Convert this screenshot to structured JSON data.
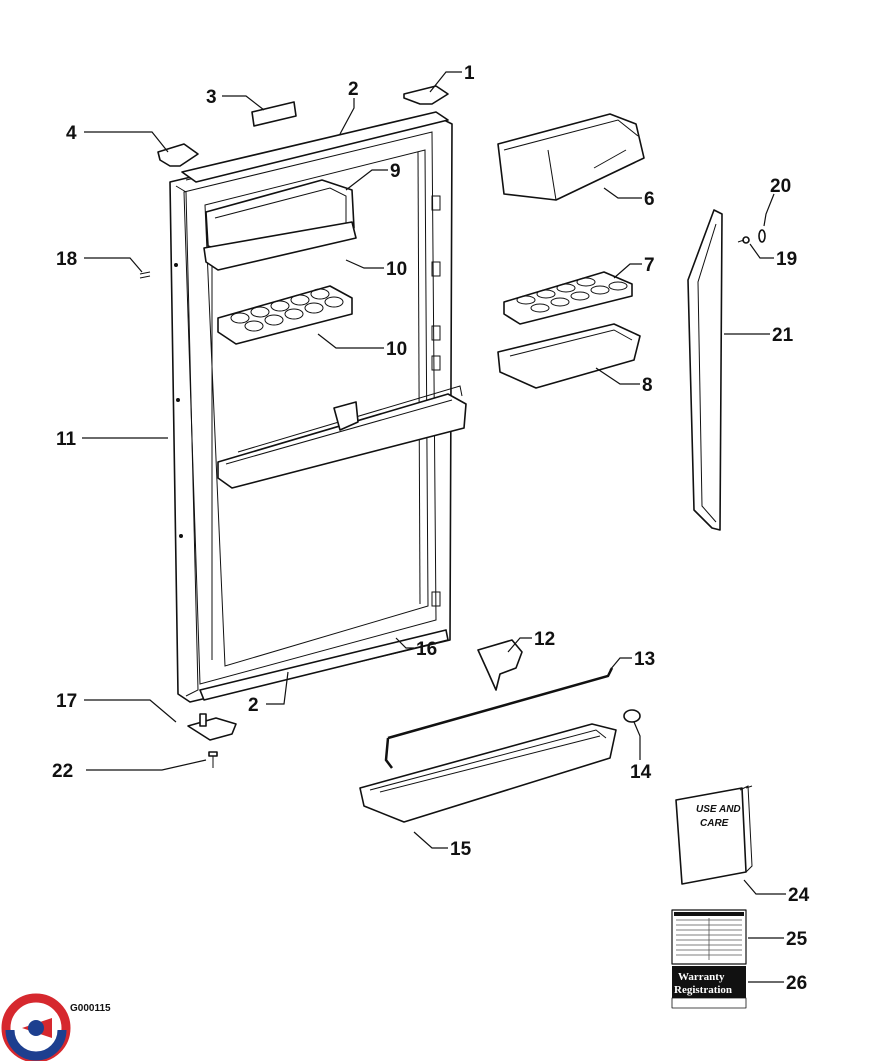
{
  "diagram_code": "G000115",
  "callouts": [
    "1",
    "2",
    "3",
    "4",
    "6",
    "7",
    "8",
    "9",
    "10",
    "10",
    "11",
    "12",
    "13",
    "14",
    "15",
    "16",
    "17",
    "18",
    "19",
    "20",
    "21",
    "22",
    "24",
    "25",
    "26",
    "2"
  ],
  "manual": {
    "line1": "USE AND",
    "line2": "CARE"
  },
  "warranty": {
    "line1": "Warranty",
    "line2": "Registration"
  },
  "colors": {
    "line": "#111111",
    "logo_red": "#d6282e",
    "logo_blue": "#1d3f8f"
  }
}
